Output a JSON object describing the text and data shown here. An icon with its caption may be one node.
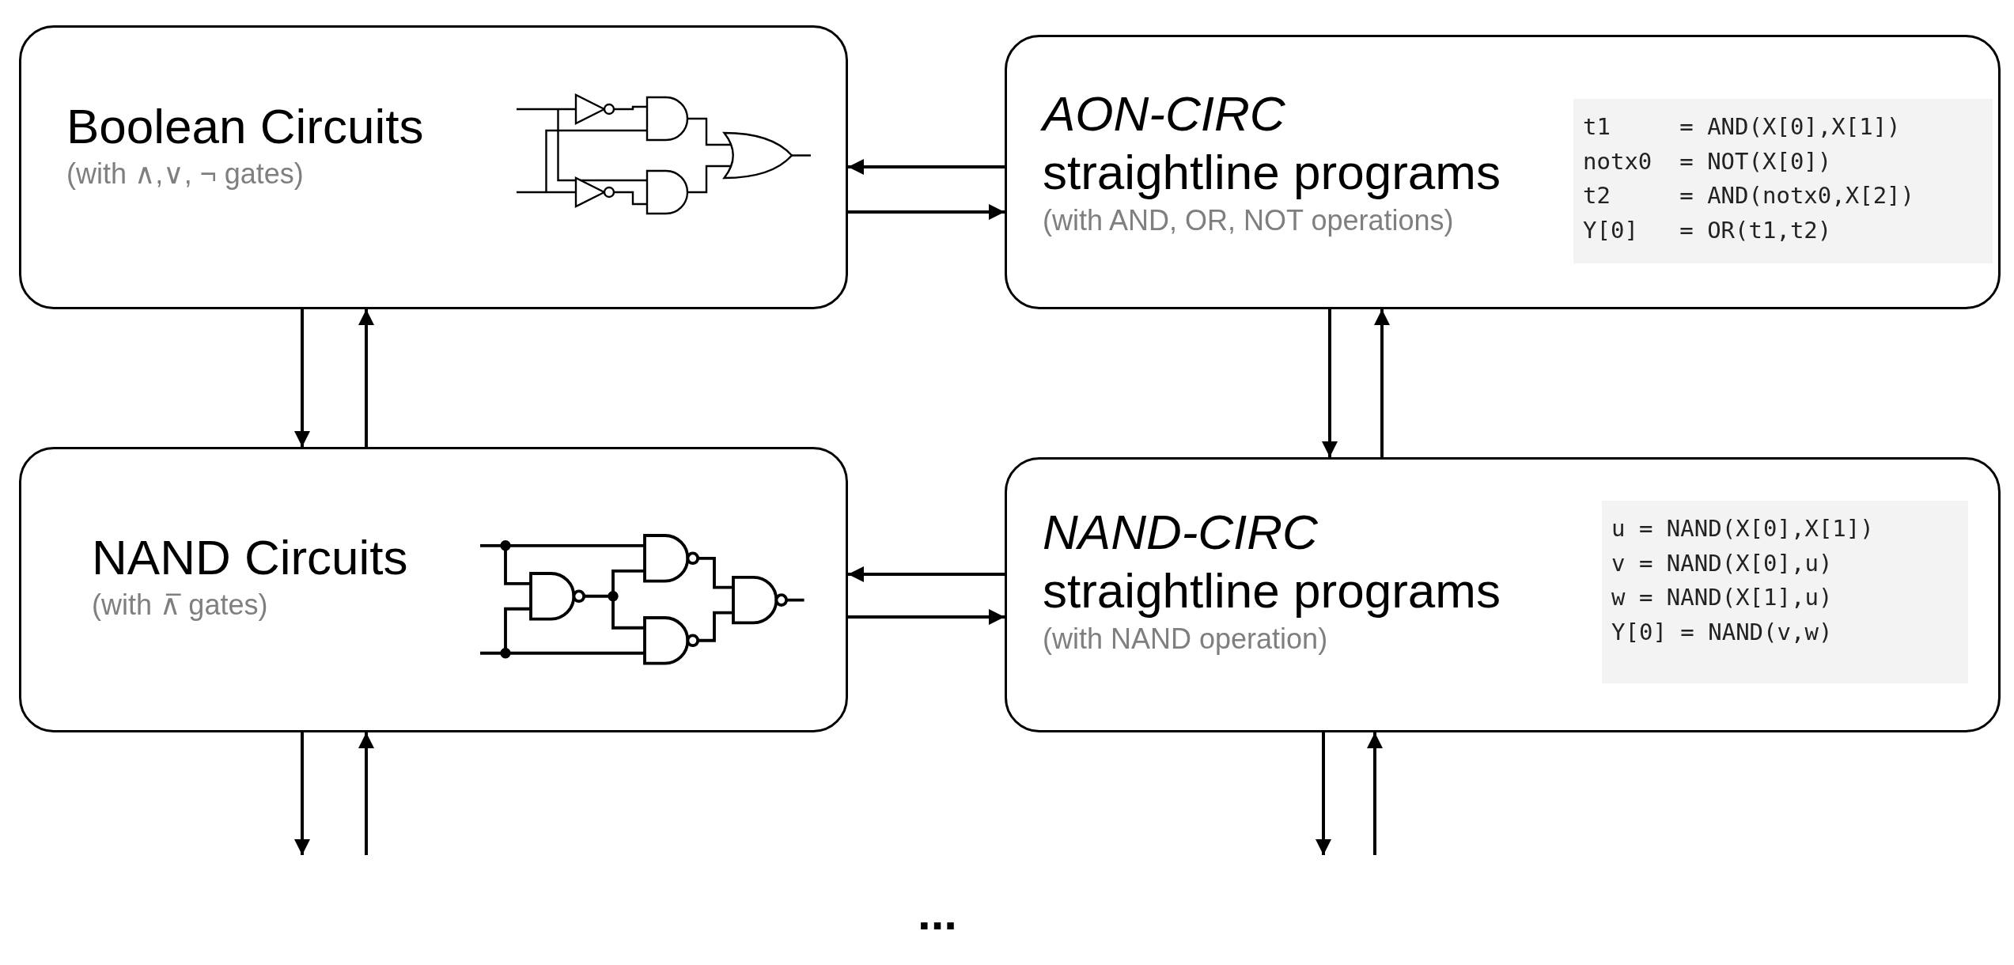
{
  "diagram": {
    "nodes": [
      {
        "text": [
          "Boolean Circuits",
          "(with ∧,∨, ¬ gates)"
        ]
      },
      {
        "text": [
          "AON-CIRC",
          "straightline programs",
          "(with AND, OR, NOT operations)"
        ]
      },
      {
        "text": [
          "t1     = AND(X[0],X[1])",
          "notx0  = NOT(X[0])",
          "t2     = AND(notx0,X[2])",
          "Y[0]   = OR(t1,t2)"
        ],
        "in": 1
      },
      {
        "text": [
          "NAND Circuits",
          "(with ∧̅ gates)"
        ]
      },
      {
        "text": [
          "NAND-CIRC",
          "straightline programs",
          "(with NAND operation)"
        ]
      },
      {
        "text": [
          "u = NAND(X[0],X[1])",
          "v = NAND(X[0],u)",
          "w = NAND(X[1],u)",
          "Y[0] = NAND(v,w)"
        ],
        "in": 4
      }
    ],
    "edges": [
      {
        "from": 0,
        "to": 3,
        "arrow": "to"
      },
      {
        "from": 3,
        "to": 0,
        "arrow": "to"
      },
      {
        "from": 1,
        "to": 0,
        "arrow": "to"
      },
      {
        "from": 0,
        "to": 1,
        "arrow": "to"
      },
      {
        "from": 1,
        "to": 4,
        "arrow": "to"
      },
      {
        "from": 4,
        "to": 1,
        "arrow": "to"
      },
      {
        "from": 4,
        "to": 3,
        "arrow": "to"
      },
      {
        "from": 3,
        "to": 4,
        "arrow": "to"
      },
      {
        "from": 3,
        "to": null,
        "arrow": "to"
      },
      {
        "from": null,
        "to": 3,
        "arrow": "to"
      },
      {
        "from": 4,
        "to": null,
        "arrow": "to"
      },
      {
        "from": null,
        "to": 4,
        "arrow": "to"
      }
    ],
    "labels": [
      "..."
    ]
  }
}
